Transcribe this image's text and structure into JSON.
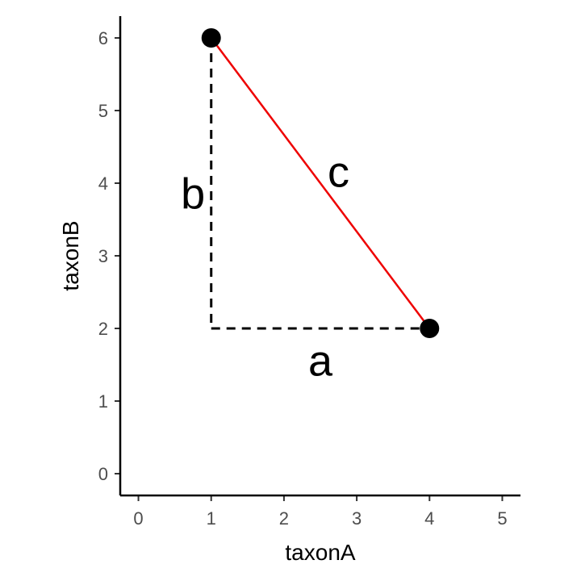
{
  "chart_data": {
    "type": "scatter",
    "xlabel": "taxonA",
    "ylabel": "taxonB",
    "xlim": [
      -0.25,
      5.25
    ],
    "ylim": [
      -0.3,
      6.3
    ],
    "x_ticks": [
      "0",
      "1",
      "2",
      "3",
      "4",
      "5"
    ],
    "y_ticks": [
      "0",
      "1",
      "2",
      "3",
      "4",
      "5",
      "6"
    ],
    "grid": false,
    "points": [
      {
        "x": 1,
        "y": 6
      },
      {
        "x": 4,
        "y": 2
      }
    ],
    "segments": [
      {
        "from": [
          1,
          6
        ],
        "to": [
          4,
          2
        ],
        "style": "solid",
        "color": "#ee0000"
      },
      {
        "from": [
          1,
          6
        ],
        "to": [
          1,
          2
        ],
        "style": "dashed",
        "color": "#000000"
      },
      {
        "from": [
          1,
          2
        ],
        "to": [
          4,
          2
        ],
        "style": "dashed",
        "color": "#000000"
      }
    ],
    "annotations": [
      {
        "text": "a",
        "x": 2.5,
        "y": 1.55
      },
      {
        "text": "b",
        "x": 0.75,
        "y": 3.85
      },
      {
        "text": "c",
        "x": 2.75,
        "y": 4.15
      }
    ],
    "colors": {
      "hypotenuse": "#ee0000",
      "points": "#000000",
      "legs": "#000000"
    }
  }
}
